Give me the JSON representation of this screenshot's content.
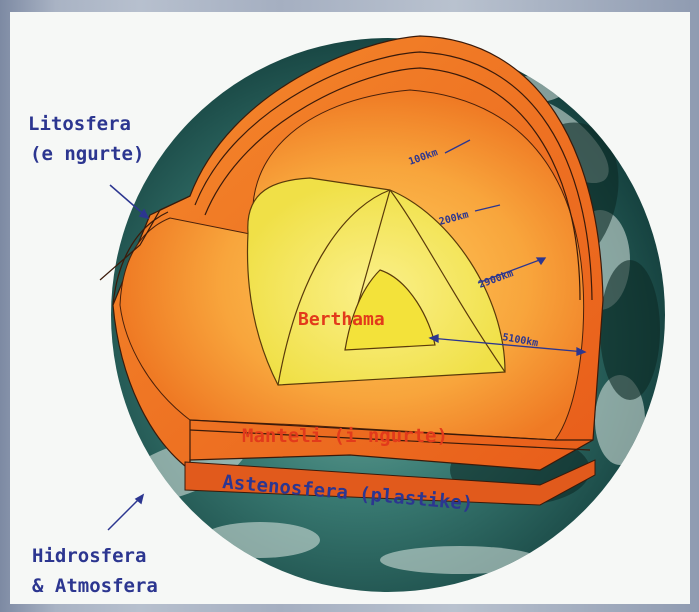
{
  "labels": {
    "lithosphere_line1": "Litosfera",
    "lithosphere_line2": "(e ngurte)",
    "hydrosphere_line1": "Hidrosfera",
    "hydrosphere_line2": "& Atmosfera",
    "core": "Berthama",
    "mantle": "Manteli (i ngurte)",
    "asthenosphere": "Astenosfera (plastike)"
  },
  "depths": {
    "d1": "100km",
    "d2": "200km",
    "d3": "2900km",
    "d4": "5100km"
  },
  "colors": {
    "label_text": "#2c3690",
    "layer_text": "#e23a1b",
    "crust": "#ef6a1e",
    "mantle": "#f7a23a",
    "outer_core": "#f4ec55",
    "inner_core": "#f6e93a",
    "ocean": "#2f6b66"
  }
}
